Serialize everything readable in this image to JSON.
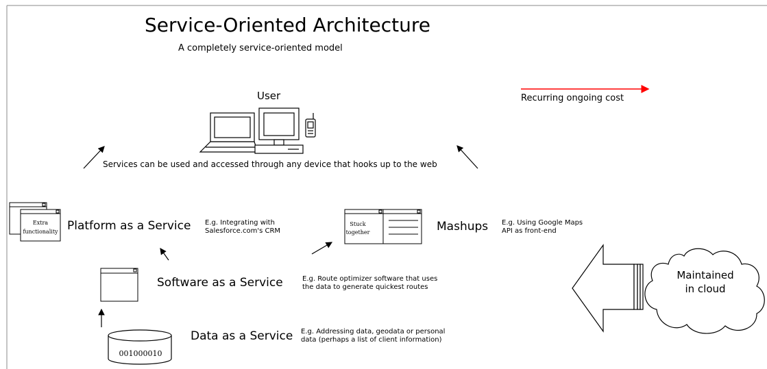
{
  "header": {
    "title": "Service-Oriented Architecture",
    "subtitle": "A completely service-oriented model"
  },
  "user": {
    "label": "User",
    "devices_note": "Services can be used and accessed through any device that hooks up to the web"
  },
  "legend": {
    "label": "Recurring ongoing cost",
    "line_color": "#ff0000"
  },
  "layers": {
    "platform": {
      "label": "Platform as a Service",
      "note_line1": "E.g. Integrating with",
      "note_line2": "Salesforce.com's CRM",
      "window_text_line1": "Extra",
      "window_text_line2": "functionality"
    },
    "mashups": {
      "label": "Mashups",
      "note_line1": "E.g. Using Google Maps",
      "note_line2": "API as front-end",
      "window_text_line1": "Stuck",
      "window_text_line2": "together"
    },
    "software": {
      "label": "Software as a Service",
      "note_line1": "E.g. Route optimizer software that uses",
      "note_line2": "the data to generate quickest routes"
    },
    "data": {
      "label": "Data as a Service",
      "note_line1": "E.g. Addressing data, geodata or personal",
      "note_line2": "data (perhaps a list of client information)",
      "cylinder_text": "001000010"
    }
  },
  "cloud": {
    "line1": "Maintained",
    "line2": "in cloud"
  }
}
